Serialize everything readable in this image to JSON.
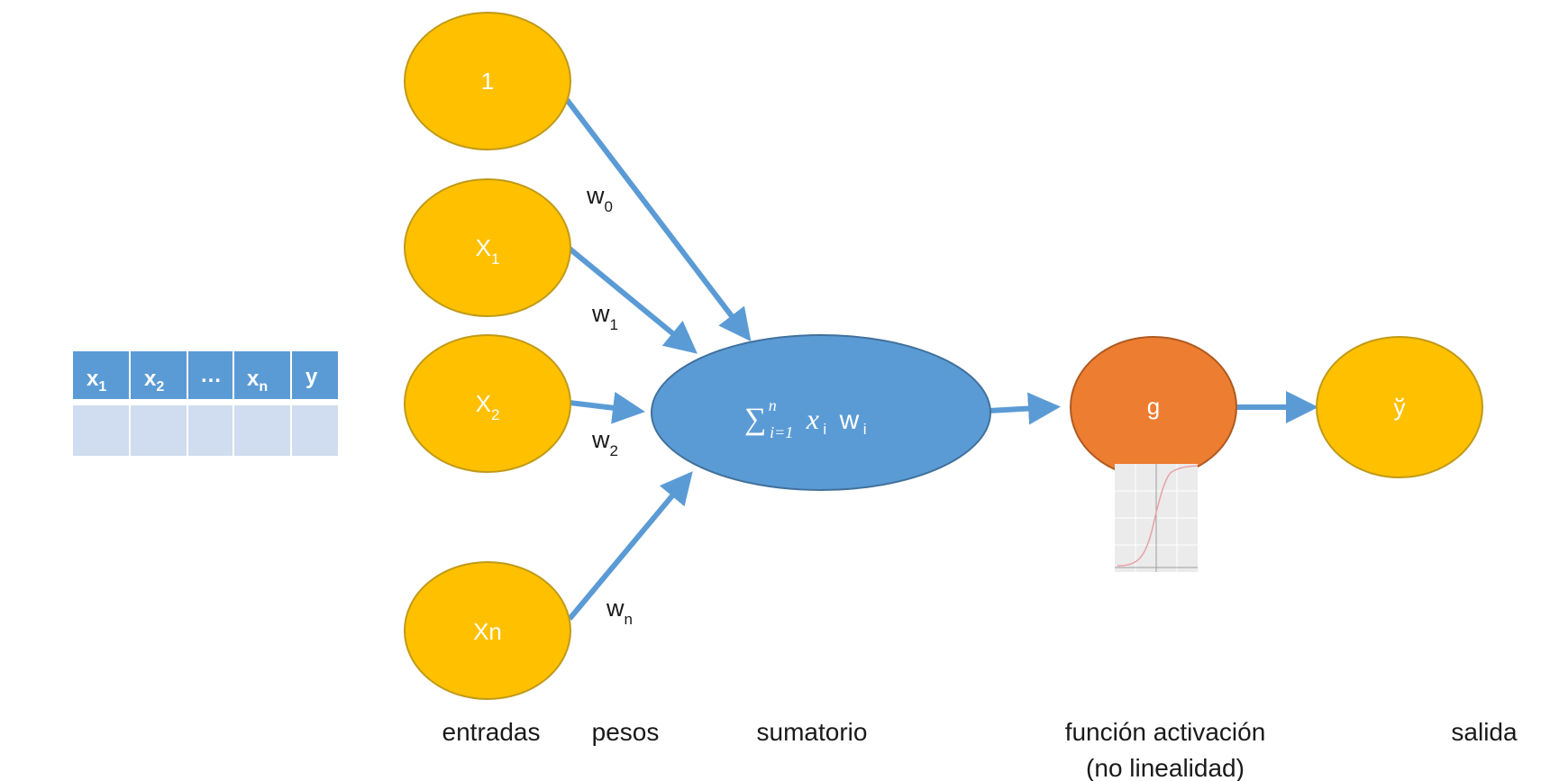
{
  "colors": {
    "input_fill": "#FFC000",
    "input_stroke": "#C09A18",
    "sum_fill": "#5B9BD5",
    "sum_stroke": "#41719C",
    "activation_fill": "#ED7D31",
    "activation_stroke": "#AE5A21",
    "arrow": "#5B9BD5",
    "table_header": "#5B9BD5",
    "table_body": "#D0DCEF"
  },
  "table": {
    "headers": [
      {
        "main": "x",
        "sub": "1"
      },
      {
        "main": "x",
        "sub": "2"
      },
      {
        "main": "…",
        "sub": ""
      },
      {
        "main": "x",
        "sub": "n"
      },
      {
        "main": "y",
        "sub": ""
      }
    ]
  },
  "inputs": [
    {
      "main": "1",
      "sub": ""
    },
    {
      "main": "X",
      "sub": "1"
    },
    {
      "main": "X",
      "sub": "2"
    },
    {
      "main": "Xn",
      "sub": ""
    }
  ],
  "weights": [
    {
      "main": "w",
      "sub": "0"
    },
    {
      "main": "w",
      "sub": "1"
    },
    {
      "main": "w",
      "sub": "2"
    },
    {
      "main": "w",
      "sub": "n"
    }
  ],
  "sum_node": {
    "sigma": "∑",
    "upper": "n",
    "lower": "i=1",
    "var": "x",
    "var_sub": "i",
    "weight": "w",
    "weight_sub": "i"
  },
  "activation_node": {
    "label": "g"
  },
  "output_node": {
    "label": "ў"
  },
  "captions": {
    "inputs": "entradas",
    "weights": "pesos",
    "sum": "sumatorio",
    "activation_line1": "función activación",
    "activation_line2": "(no linealidad)",
    "output": "salida"
  },
  "activation_plot": {
    "type": "line",
    "curve": "sigmoid"
  }
}
